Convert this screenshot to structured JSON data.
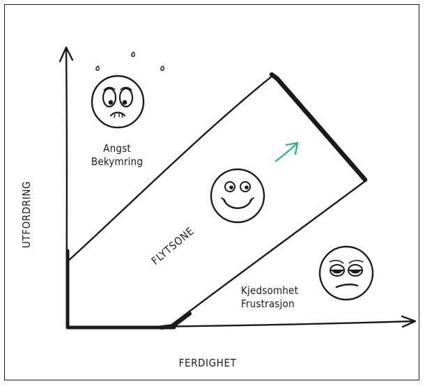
{
  "diagram": {
    "y_axis_label": "UTFORDRING",
    "x_axis_label": "FERDIGHET",
    "zone_label": "FLYTSONE",
    "top_left": {
      "line1": "Angst",
      "line2": "Bekymring"
    },
    "bottom_right": {
      "line1": "Kjedsomhet",
      "line2": "Frustrasjon"
    },
    "colors": {
      "ink": "#1a1a1a",
      "arrow_accent": "#2fb87e",
      "background": "#ffffff"
    },
    "icons": {
      "anxious_face": "anxious-face-icon",
      "happy_face": "happy-face-icon",
      "bored_face": "bored-face-icon",
      "growth_arrow": "diagonal-arrow-icon"
    }
  }
}
